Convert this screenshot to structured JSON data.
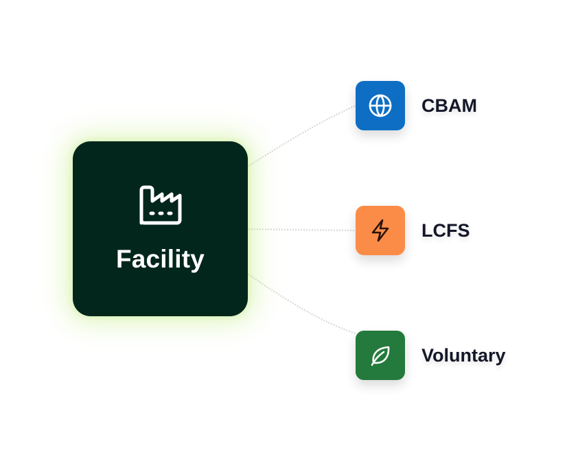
{
  "hub": {
    "label": "Facility",
    "icon": "factory-icon",
    "color": "#03261c",
    "glow_color": "#c6ef8a"
  },
  "targets": [
    {
      "label": "CBAM",
      "icon": "globe-icon",
      "color": "#0d6ec4"
    },
    {
      "label": "LCFS",
      "icon": "lightning-icon",
      "color": "#fb8c48"
    },
    {
      "label": "Voluntary",
      "icon": "leaf-icon",
      "color": "#247a3c"
    }
  ],
  "connector_color": "#dcdcdc"
}
